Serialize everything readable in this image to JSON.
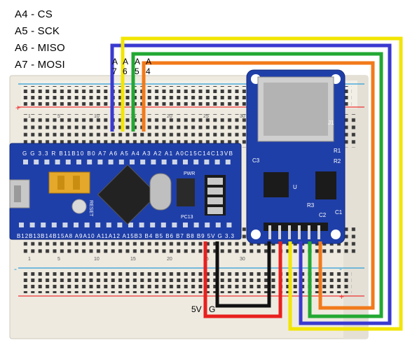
{
  "pin_mapping": [
    {
      "text": "A4 - CS"
    },
    {
      "text": "A5 - SCK"
    },
    {
      "text": "A6 - MISO"
    },
    {
      "text": "A7 - MOSI"
    }
  ],
  "header_pins": [
    {
      "top": "A",
      "bottom": "7",
      "wire_color": "#3a3ad0"
    },
    {
      "top": "A",
      "bottom": "6",
      "wire_color": "#f2e500"
    },
    {
      "top": "A",
      "bottom": "5",
      "wire_color": "#22a832"
    },
    {
      "top": "A",
      "bottom": "4",
      "wire_color": "#f27a1a"
    }
  ],
  "power_labels": {
    "vcc": "5V",
    "gnd": "G"
  },
  "board": {
    "name": "STM32 Blue Pill",
    "top_pin_row": "G G 3.3 R B11B10 B0 A7 A6 A5 A4 A3 A2 A1 A0C15C14C13VB",
    "bottom_pin_row": "B12B13B14B15A8 A9A10 A11A12 A15B3 B4 B5 B6 B7 B8 B9 5V G 3.3",
    "labels": {
      "reset": "RESET",
      "pwr": "PWR",
      "pc13": "PC13"
    }
  },
  "sd_module": {
    "labels": [
      "J1",
      "C3",
      "U",
      "R2",
      "R1",
      "C1",
      "R3",
      "C2"
    ]
  },
  "breadboard_column_numbers": [
    "1",
    "5",
    "10",
    "15",
    "20",
    "25",
    "30"
  ],
  "wire_colors": {
    "power": "#e8201e",
    "ground": "#111111"
  }
}
